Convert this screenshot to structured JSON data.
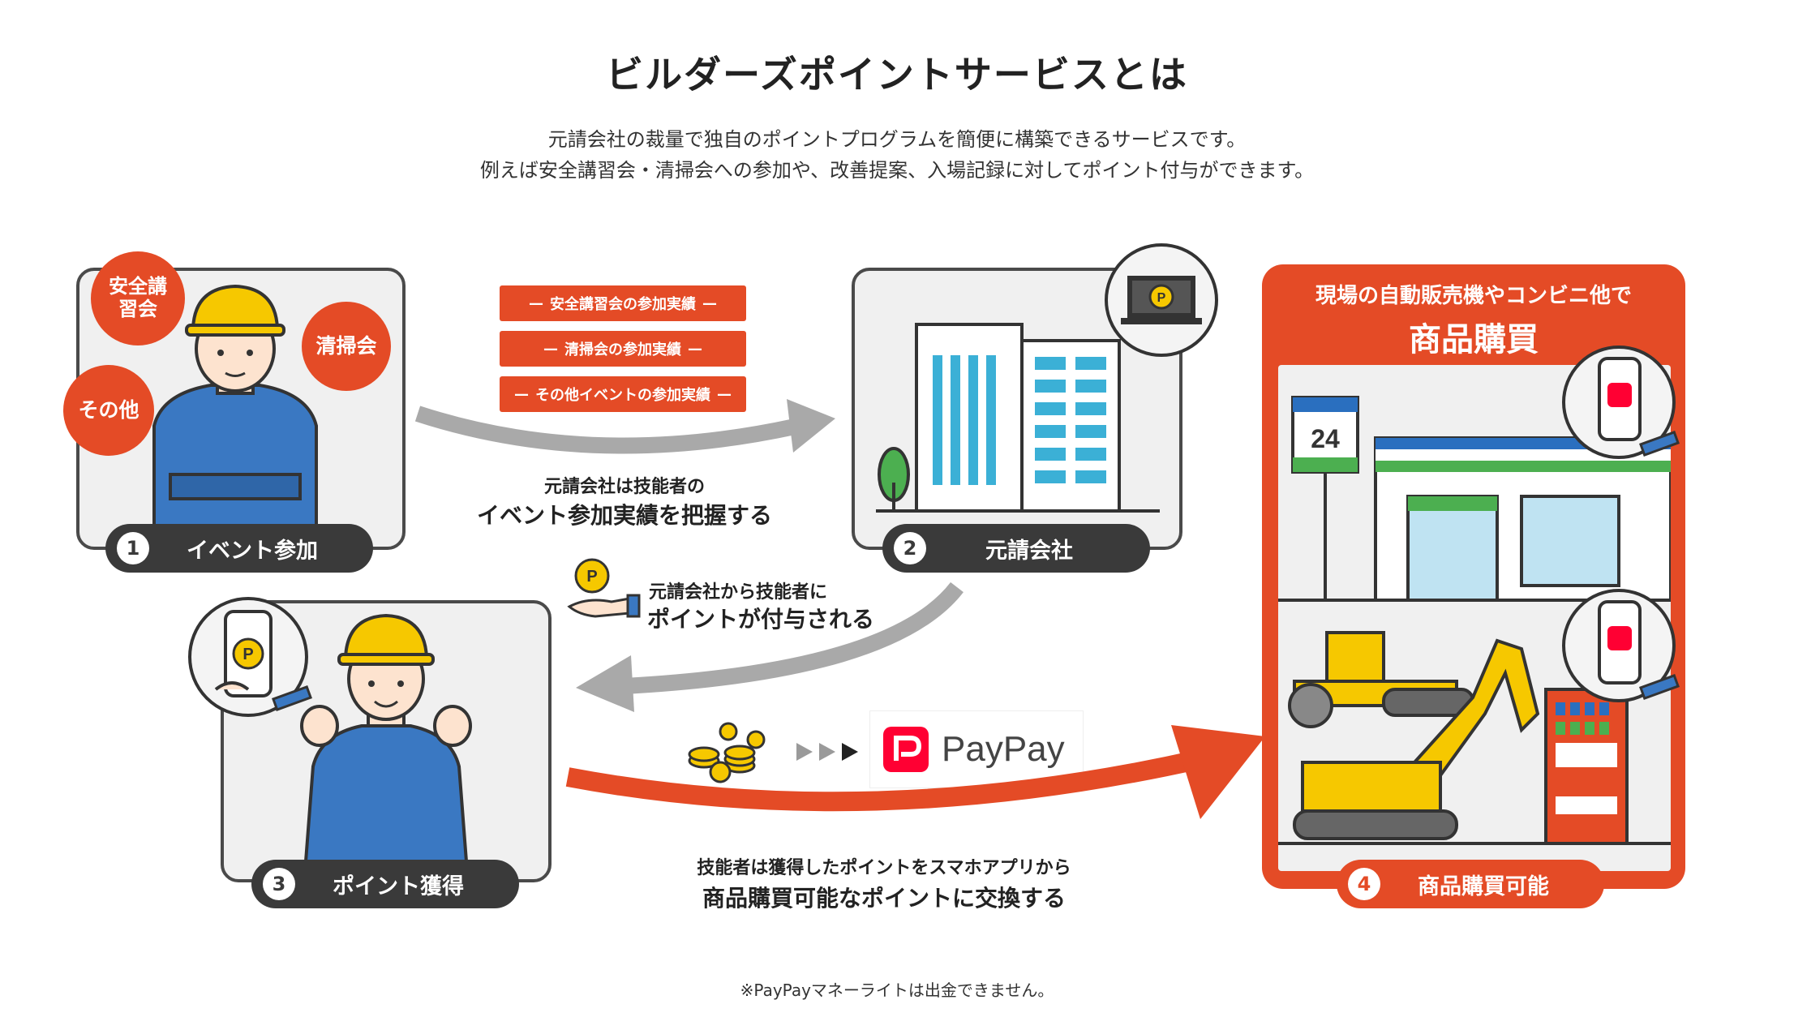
{
  "heading": {
    "title": "ビルダーズポイントサービスとは",
    "description_line1": "元請会社の裁量で独自のポイントプログラムを簡便に構築できるサービスです。",
    "description_line2": "例えば安全講習会・清掃会への参加や、改善提案、入場記録に対してポイント付与ができます。"
  },
  "step1": {
    "number": "1",
    "label": "イベント参加",
    "bubbles": [
      "安全講習会",
      "清掃会",
      "その他"
    ]
  },
  "step2": {
    "number": "2",
    "label": "元請会社"
  },
  "step3": {
    "number": "3",
    "label": "ポイント獲得"
  },
  "step4": {
    "number": "4",
    "label": "商品購買可能",
    "header_small": "現場の自動販売機やコンビニ他で",
    "header_big": "商品購買",
    "store_sign": "24"
  },
  "tags": [
    "安全講習会の参加実績",
    "清掃会の参加実績",
    "その他イベントの参加実績"
  ],
  "arrow1_caption": {
    "line1": "元請会社は技能者の",
    "line2": "イベント参加実績を把握する"
  },
  "arrow2_caption": {
    "line1": "元請会社から技能者に",
    "line2": "ポイントが付与される"
  },
  "arrow3_caption": {
    "line1": "技能者は獲得したポイントをスマホアプリから",
    "line2": "商品購買可能なポイントに交換する"
  },
  "paypay": {
    "label": "PayPay",
    "point_glyph": "P"
  },
  "footnote": "※PayPayマネーライトは出金できません。",
  "colors": {
    "accent": "#e44b26",
    "dark": "#3a3a3a",
    "panel": "#f0f0f0",
    "gold": "#f6c800",
    "worker_blue": "#3a78c2"
  }
}
